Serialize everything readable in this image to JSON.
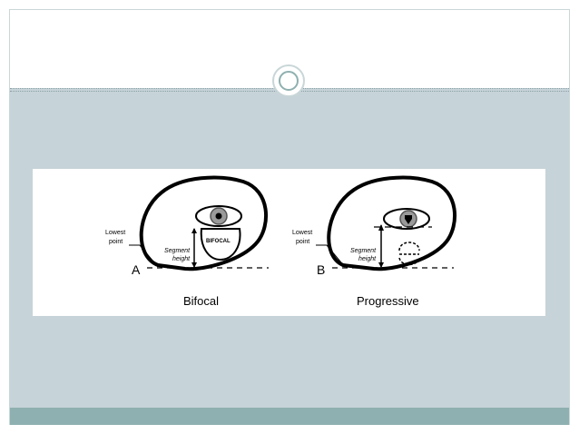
{
  "figure": {
    "bifocal": {
      "lowest_point": [
        "Lowest",
        "point"
      ],
      "segment_height": [
        "Segment",
        "height"
      ],
      "lens_label": "BIFOCAL",
      "letter": "A",
      "caption": "Bifocal"
    },
    "progressive": {
      "lowest_point": [
        "Lowest",
        "point"
      ],
      "segment_height": [
        "Segment",
        "height"
      ],
      "letter": "B",
      "caption": "Progressive"
    }
  },
  "colors": {
    "content_bg": "#c6d3d8",
    "bottom_bar": "#8fb0b0",
    "ornament_ring": "#8fb0b0"
  }
}
